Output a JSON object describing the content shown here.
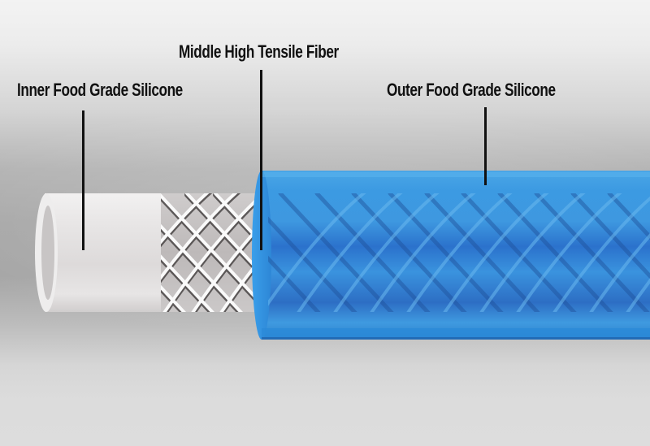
{
  "diagram": {
    "subject": "Three-layer silicone hose cross-section",
    "labels": [
      {
        "id": "inner",
        "text": "Inner Food Grade Silicone"
      },
      {
        "id": "middle",
        "text": "Middle High Tensile Fiber"
      },
      {
        "id": "outer",
        "text": "Outer Food Grade Silicone"
      }
    ],
    "colors": {
      "inner_tube": "#e6e4e4",
      "fiber_braid": "#f4f4f4",
      "outer_tube": "#2f8fdc",
      "outer_tube_dark": "#2a6fc4",
      "leader_lines": "#111111",
      "label_text": "#111111"
    }
  }
}
